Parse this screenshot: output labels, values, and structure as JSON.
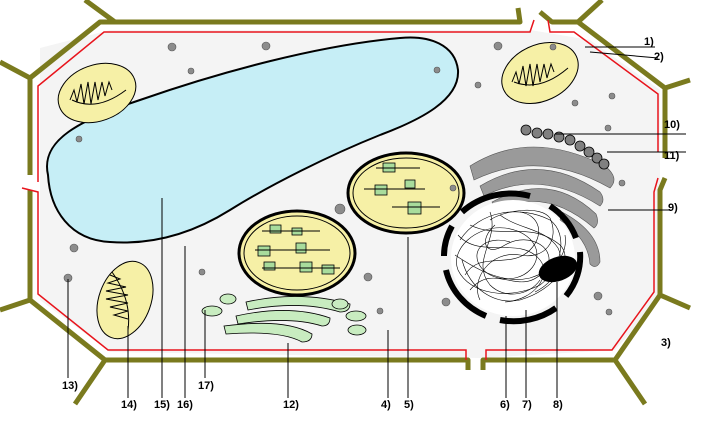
{
  "colors": {
    "wall": "#7a7a1e",
    "membrane": "#e8141c",
    "cytoplasm": "#f4f4f4",
    "vacuole": "#c6eef6",
    "organelle_fill": "#f6f0a6",
    "thylakoid": "#a8dc9c",
    "er": "#c8ecc0",
    "golgi": "#9a9a9a",
    "granule": "#8c8c8c",
    "nucleus": "#000000"
  },
  "labels": {
    "l1": "1)",
    "l2": "2)",
    "l3": "3)",
    "l4": "4)",
    "l5": "5)",
    "l6": "6)",
    "l7": "7)",
    "l8": "8)",
    "l9": "9)",
    "l10": "10)",
    "l11": "11)",
    "l12": "12)",
    "l13": "13)",
    "l14": "14)",
    "l15": "15)",
    "l16": "16)",
    "l17": "17)"
  }
}
